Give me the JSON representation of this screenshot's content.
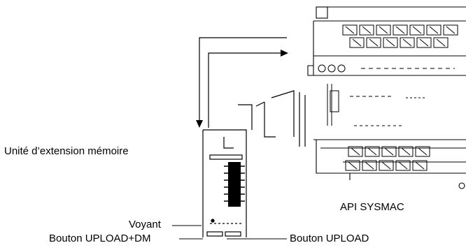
{
  "labels": {
    "memory_unit": "Unité d’extension mémoire",
    "plc": "API SYSMAC",
    "indicator": "Voyant",
    "upload_dm_button": "Bouton UPLOAD+DM",
    "upload_button": "Bouton UPLOAD"
  }
}
